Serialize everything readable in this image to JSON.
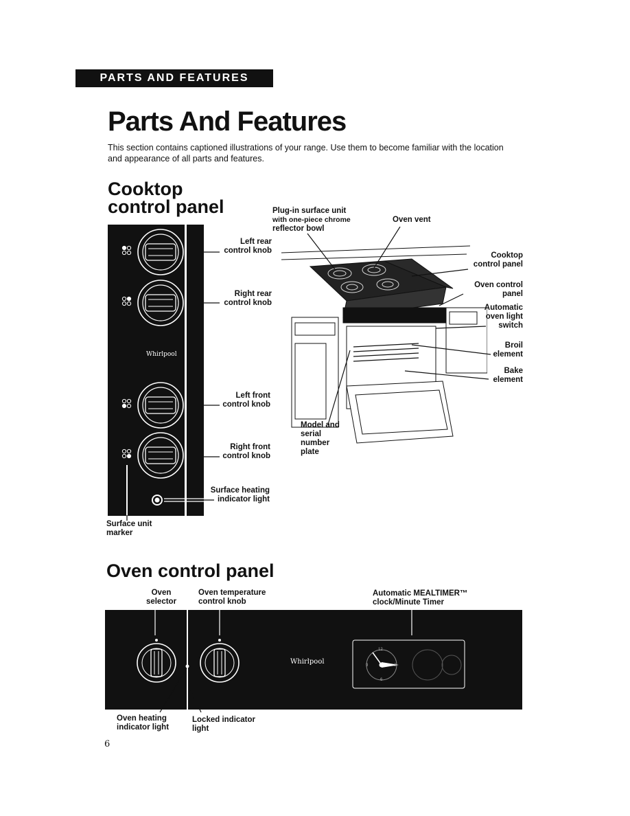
{
  "header": {
    "banner": "PARTS AND FEATURES"
  },
  "page": {
    "title": "Parts And Features",
    "intro": "This section contains captioned illustrations of your range. Use them to become familiar with the location and appearance of all parts and features.",
    "page_number": "6"
  },
  "cooktop": {
    "heading_line1": "Cooktop",
    "heading_line2": "control panel",
    "brand": "Whirlpool",
    "labels": {
      "left_rear": [
        "Left rear",
        "control knob"
      ],
      "right_rear": [
        "Right rear",
        "control knob"
      ],
      "left_front": [
        "Left front",
        "control knob"
      ],
      "right_front": [
        "Right front",
        "control knob"
      ],
      "surface_heating": [
        "Surface heating",
        "indicator light"
      ],
      "surface_marker": [
        "Surface unit",
        "marker"
      ]
    }
  },
  "range": {
    "labels": {
      "plugin": [
        "Plug-in surface unit",
        "with one-piece chrome",
        "reflector bowl"
      ],
      "oven_vent": "Oven vent",
      "cooktop_panel": [
        "Cooktop",
        "control panel"
      ],
      "oven_control_panel": [
        "Oven control",
        "panel"
      ],
      "auto_light": [
        "Automatic",
        "oven light",
        "switch"
      ],
      "broil": [
        "Broil",
        "element"
      ],
      "bake": [
        "Bake",
        "element"
      ],
      "model": [
        "Model and",
        "serial",
        "number",
        "plate"
      ]
    }
  },
  "oven": {
    "heading": "Oven control panel",
    "brand": "Whirlpool",
    "labels": {
      "selector": [
        "Oven",
        "selector"
      ],
      "temp": [
        "Oven temperature",
        "control knob"
      ],
      "timer": [
        "Automatic MEALTIMER™",
        "clock/Minute Timer"
      ],
      "heating": [
        "Oven heating",
        "indicator light"
      ],
      "locked": [
        "Locked indicator",
        "light"
      ]
    },
    "clock_numbers": [
      "12",
      "3",
      "6",
      "9"
    ]
  }
}
